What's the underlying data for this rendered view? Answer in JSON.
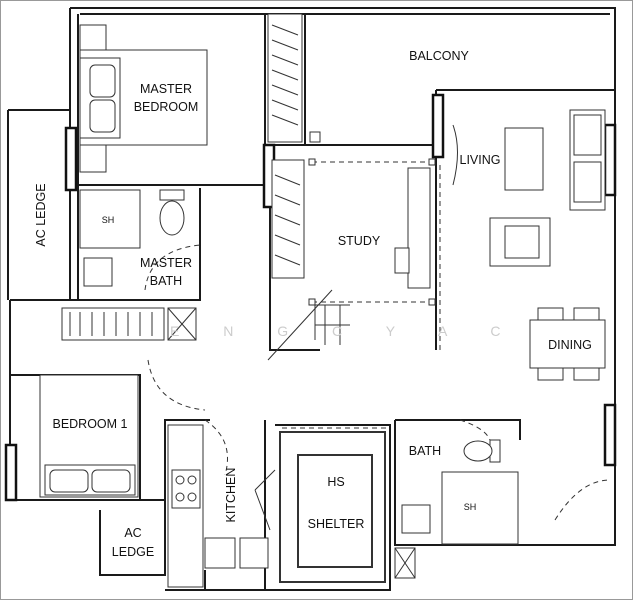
{
  "plan": {
    "rooms": {
      "balcony": "BALCONY",
      "master_bedroom_1": "MASTER",
      "master_bedroom_2": "BEDROOM",
      "ac_ledge_left": "AC LEDGE",
      "master_bath_shower": "SH",
      "master_bath_1": "MASTER",
      "master_bath_2": "BATH",
      "study": "STUDY",
      "living": "LIVING",
      "dining": "DINING",
      "bedroom_1": "BEDROOM 1",
      "kitchen": "KITCHEN",
      "ac_ledge_bottom_1": "AC",
      "ac_ledge_bottom_2": "LEDGE",
      "hs_shelter_1": "HS",
      "hs_shelter_2": "SHELTER",
      "bath": "BATH",
      "bath_shower": "SH"
    },
    "watermark": "EN G CYA C"
  }
}
